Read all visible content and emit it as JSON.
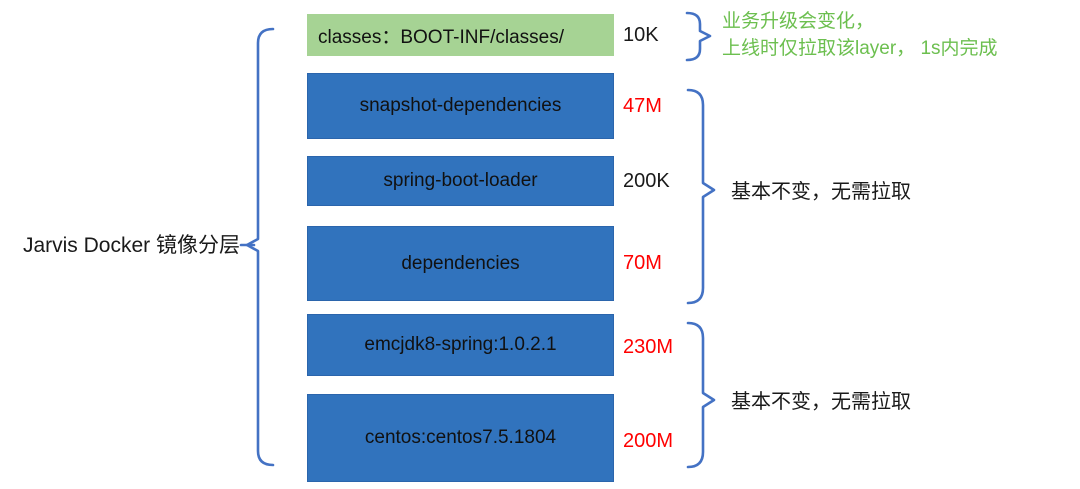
{
  "colors": {
    "box_blue": "#3173BD",
    "box_blue_border": "#2B65AC",
    "box_green": "#A6D394",
    "bracket_blue": "#4472C4",
    "size_red": "#FF0000",
    "annotation_green": "#6CBF4F",
    "text_dark": "#1A1A1A"
  },
  "diagram": {
    "title": "Jarvis Docker 镜像分层",
    "layers": [
      {
        "label": "classes：BOOT-INF/classes/",
        "size": "10K"
      },
      {
        "label": "snapshot-dependencies",
        "size": "47M"
      },
      {
        "label": "spring-boot-loader",
        "size": "200K"
      },
      {
        "label": "dependencies",
        "size": "70M"
      },
      {
        "label": "emcjdk8-spring:1.0.2.1",
        "size": "230M"
      },
      {
        "label": "centos:centos7.5.1804",
        "size": "200M"
      }
    ],
    "annotations": {
      "top_line1": "业务升级会变化，",
      "top_line2": "上线时仅拉取该layer， 1s内完成",
      "middle": "基本不变，无需拉取",
      "bottom": "基本不变，无需拉取"
    }
  }
}
